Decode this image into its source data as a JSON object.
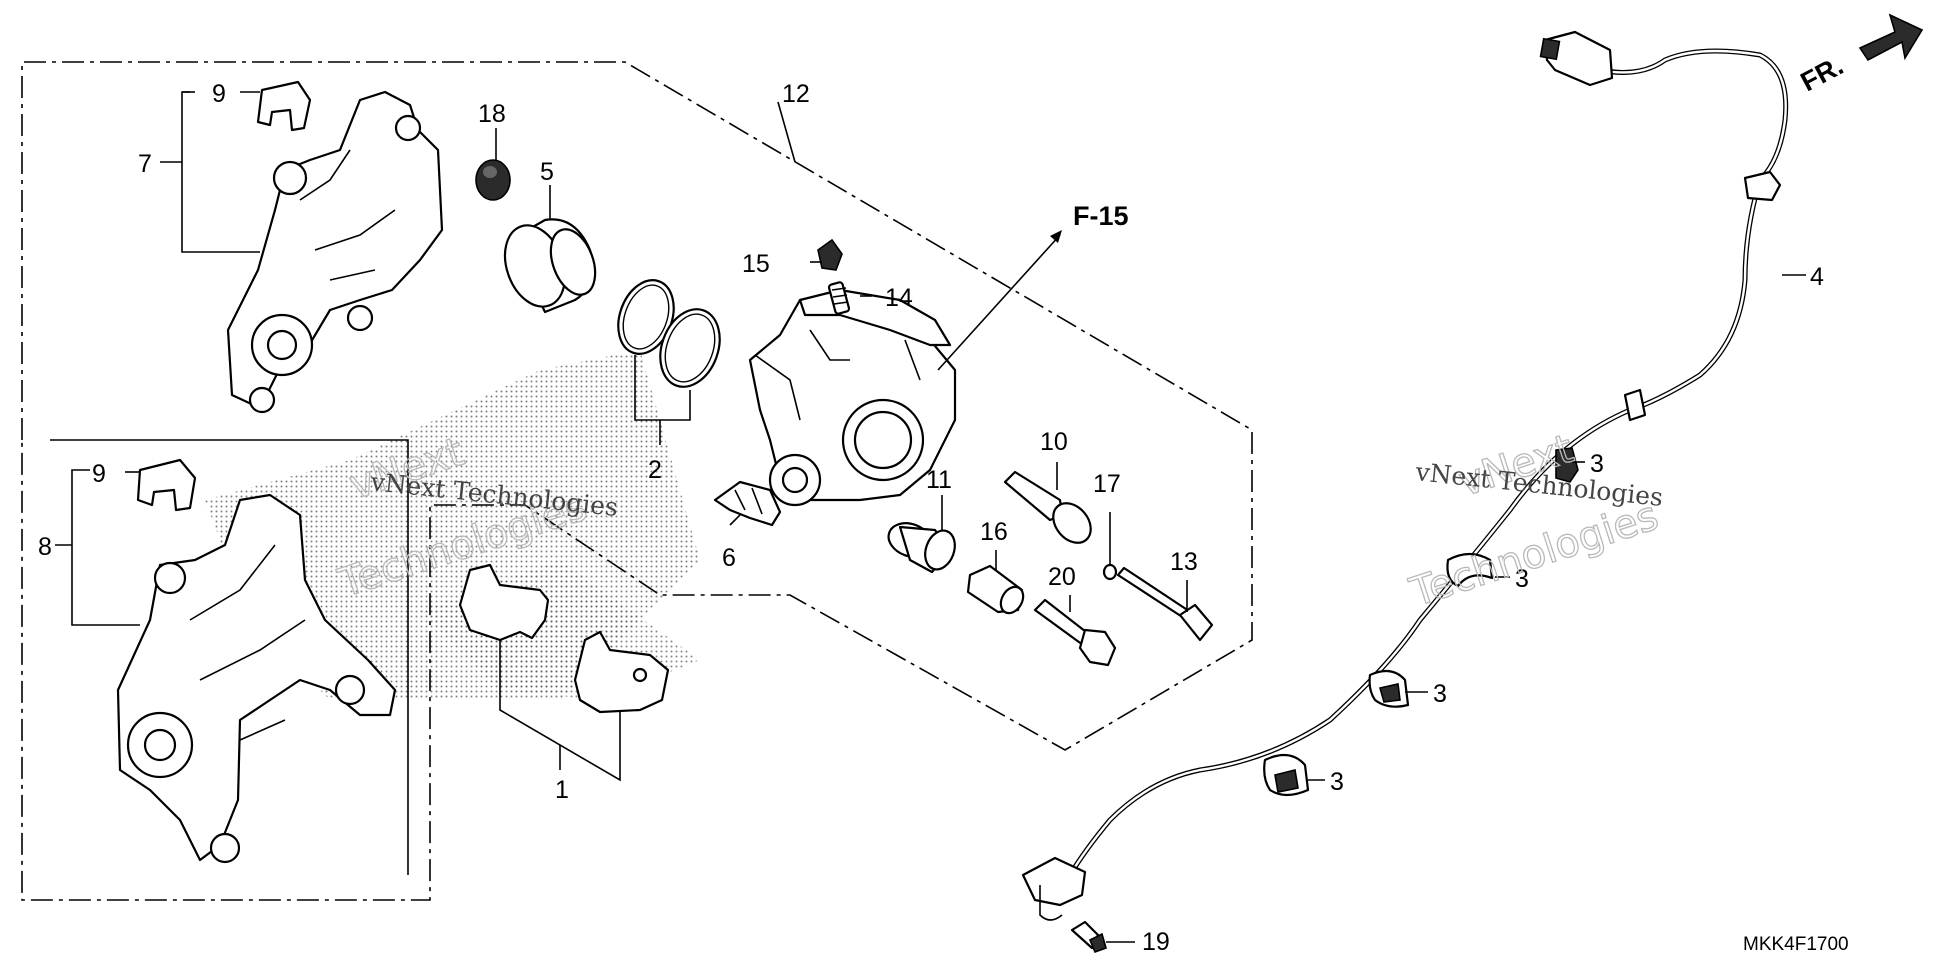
{
  "diagram": {
    "reference_code": "MKK4F1700",
    "section_ref": "F-15",
    "front_marker": "FR.",
    "watermark": {
      "line1": "vNext",
      "line2": "Technologies",
      "line3": "vNext Technologies"
    },
    "callouts": [
      {
        "id": "c1",
        "label": "1"
      },
      {
        "id": "c2",
        "label": "2"
      },
      {
        "id": "c3a",
        "label": "3"
      },
      {
        "id": "c3b",
        "label": "3"
      },
      {
        "id": "c3c",
        "label": "3"
      },
      {
        "id": "c3d",
        "label": "3"
      },
      {
        "id": "c4",
        "label": "4"
      },
      {
        "id": "c5",
        "label": "5"
      },
      {
        "id": "c6",
        "label": "6"
      },
      {
        "id": "c7",
        "label": "7"
      },
      {
        "id": "c8",
        "label": "8"
      },
      {
        "id": "c9a",
        "label": "9"
      },
      {
        "id": "c9b",
        "label": "9"
      },
      {
        "id": "c10",
        "label": "10"
      },
      {
        "id": "c11",
        "label": "11"
      },
      {
        "id": "c12",
        "label": "12"
      },
      {
        "id": "c13",
        "label": "13"
      },
      {
        "id": "c14",
        "label": "14"
      },
      {
        "id": "c15",
        "label": "15"
      },
      {
        "id": "c16",
        "label": "16"
      },
      {
        "id": "c17",
        "label": "17"
      },
      {
        "id": "c18",
        "label": "18"
      },
      {
        "id": "c19",
        "label": "19"
      },
      {
        "id": "c20",
        "label": "20"
      }
    ]
  }
}
